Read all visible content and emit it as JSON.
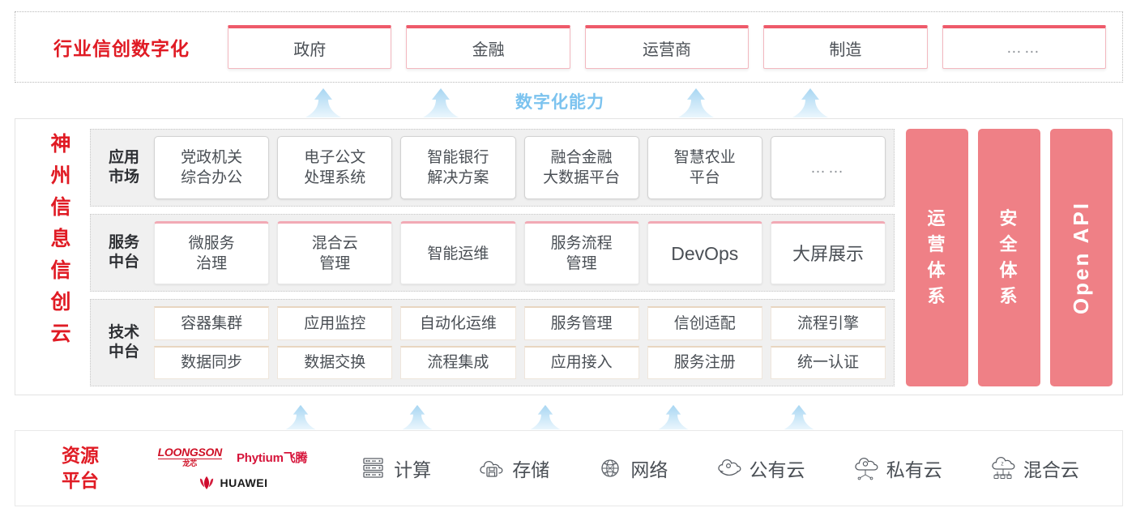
{
  "industry": {
    "title": "行业信创数字化",
    "cards": [
      {
        "label": "政府"
      },
      {
        "label": "金融"
      },
      {
        "label": "运营商"
      },
      {
        "label": "制造"
      },
      {
        "label": "……"
      }
    ]
  },
  "capability": {
    "label": "数字化能力",
    "upper_arrow_count": 4,
    "lower_arrow_count": 5,
    "arrow_color": "#b9ddf5"
  },
  "cloud": {
    "title": "神州信息信创云",
    "layers": [
      {
        "key": "app",
        "label": "应用\n市场",
        "label_line1": "应用",
        "label_line2": "市场",
        "cells": [
          {
            "line1": "党政机关",
            "line2": "综合办公"
          },
          {
            "line1": "电子公文",
            "line2": "处理系统"
          },
          {
            "line1": "智能银行",
            "line2": "解决方案"
          },
          {
            "line1": "融合金融",
            "line2": "大数据平台"
          },
          {
            "line1": "智慧农业",
            "line2": "平台"
          },
          {
            "line1": "……",
            "line2": ""
          }
        ]
      },
      {
        "key": "svc",
        "label_line1": "服务",
        "label_line2": "中台",
        "cells": [
          {
            "line1": "微服务",
            "line2": "治理"
          },
          {
            "line1": "混合云",
            "line2": "管理"
          },
          {
            "line1": "智能运维",
            "line2": ""
          },
          {
            "line1": "服务流程",
            "line2": "管理"
          },
          {
            "line1": "DevOps",
            "line2": ""
          },
          {
            "line1": "大屏展示",
            "line2": ""
          }
        ]
      },
      {
        "key": "tech",
        "label_line1": "技术",
        "label_line2": "中台",
        "row1": [
          "容器集群",
          "应用监控",
          "自动化运维",
          "服务管理",
          "信创适配",
          "流程引擎"
        ],
        "row2": [
          "数据同步",
          "数据交换",
          "流程集成",
          "应用接入",
          "服务注册",
          "统一认证"
        ]
      }
    ],
    "pillars": [
      {
        "text": "运营体系",
        "rotated": false
      },
      {
        "text": "安全体系",
        "rotated": false
      },
      {
        "text": "Open API",
        "rotated": true
      }
    ],
    "pillar_color": "#ef8086"
  },
  "resource": {
    "title_line1": "资源",
    "title_line2": "平台",
    "vendors": [
      {
        "name": "LOONGSON",
        "cn": "龙芯",
        "icon": "loongson-logo"
      },
      {
        "name": "Phytium飞腾",
        "icon": "phytium-logo"
      },
      {
        "name": "HUAWEI",
        "icon": "huawei-logo"
      }
    ],
    "items": [
      {
        "label": "计算",
        "icon": "server-icon"
      },
      {
        "label": "存储",
        "icon": "cloud-storage-icon"
      },
      {
        "label": "网络",
        "icon": "network-icon"
      },
      {
        "label": "公有云",
        "icon": "public-cloud-icon"
      },
      {
        "label": "私有云",
        "icon": "private-cloud-icon"
      },
      {
        "label": "混合云",
        "icon": "hybrid-cloud-icon"
      }
    ]
  },
  "colors": {
    "brand_red": "#e01b24",
    "accent_pink": "#ee5a6a",
    "pillar_pink": "#ef8086",
    "arrow_blue": "#b9ddf5",
    "label_blue": "#7cc3ef",
    "row_bg": "#f0f0f0"
  }
}
